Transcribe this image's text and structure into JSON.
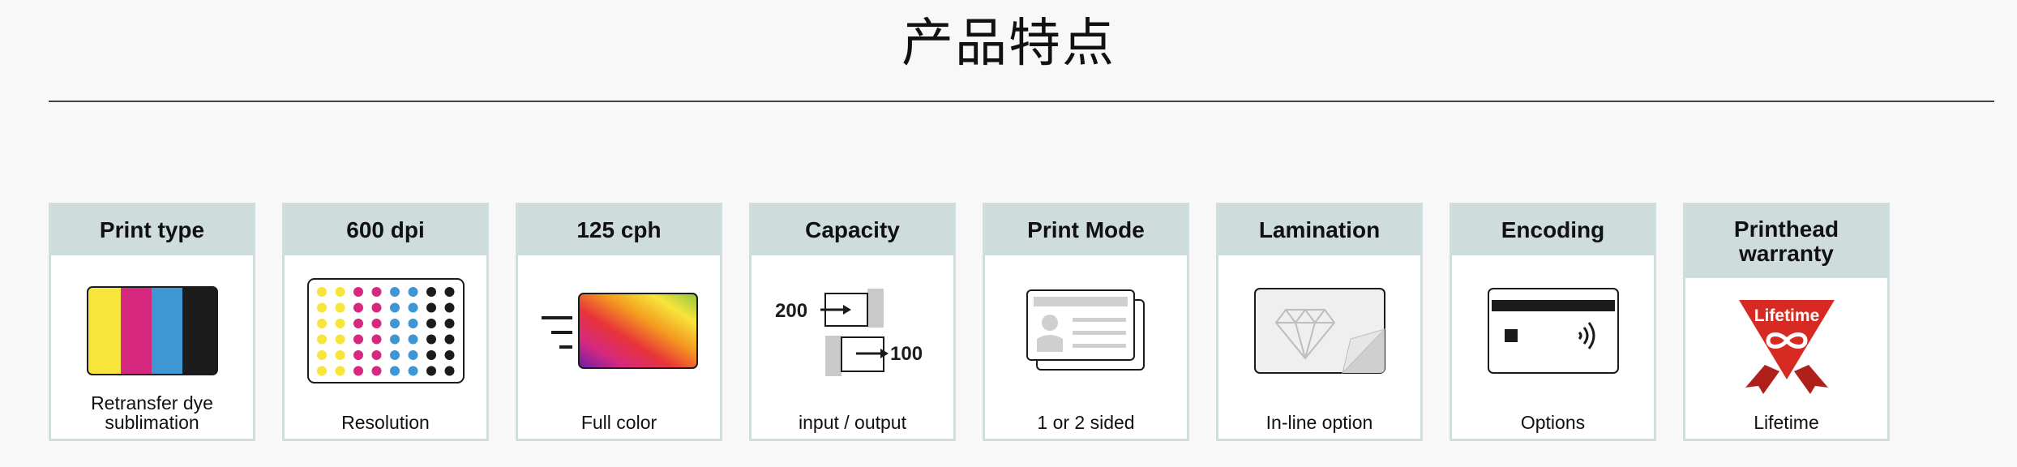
{
  "page": {
    "title": "产品特点"
  },
  "features": [
    {
      "heading": "Print type",
      "caption": "Retransfer dye sublimation",
      "icon": "cmyk-color-bars-icon"
    },
    {
      "heading": "600 dpi",
      "caption": "Resolution",
      "icon": "dot-matrix-icon"
    },
    {
      "heading": "125 cph",
      "caption": "Full color",
      "icon": "rainbow-card-speed-icon"
    },
    {
      "heading": "Capacity",
      "caption": "input / output",
      "icon": "card-hopper-icon",
      "input_count": "200",
      "output_count": "100"
    },
    {
      "heading": "Print Mode",
      "caption": "1 or 2 sided",
      "icon": "id-card-stack-icon"
    },
    {
      "heading": "Lamination",
      "caption": "In-line option",
      "icon": "diamond-laminate-icon"
    },
    {
      "heading": "Encoding",
      "caption": "Options",
      "icon": "magstripe-contactless-card-icon"
    },
    {
      "heading": "Printhead warranty",
      "caption": "Lifetime",
      "icon": "lifetime-badge-icon",
      "badge_text": "Lifetime"
    }
  ],
  "colors": {
    "card_header_bg": "#cfdcdc",
    "card_border": "#d1dcdc",
    "cyan": "#3e96d2",
    "magenta": "#d6287e",
    "yellow": "#f7e53b",
    "black": "#1b1b1b",
    "badge_red": "#d72a22"
  }
}
